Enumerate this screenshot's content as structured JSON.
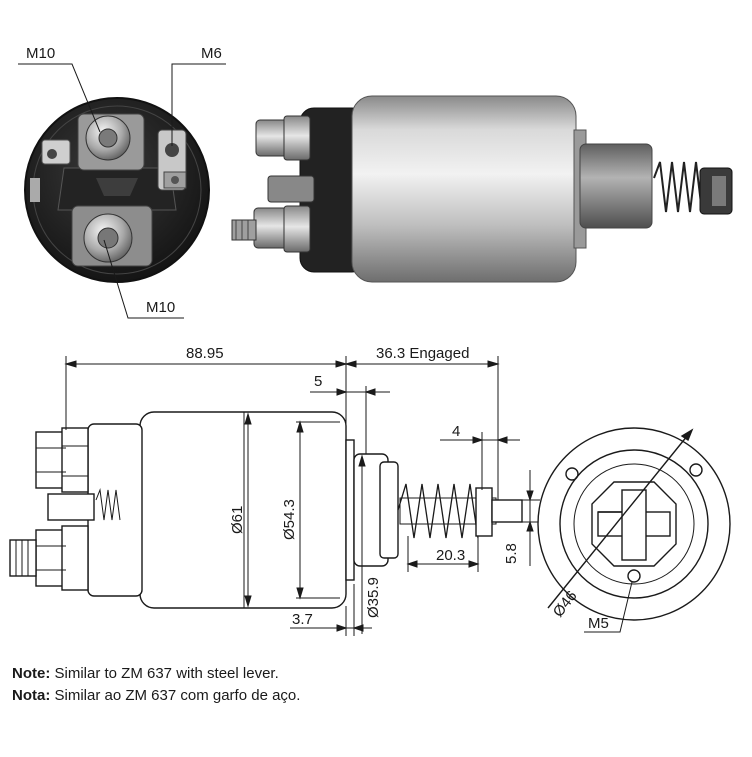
{
  "photo_labels": {
    "top_left_terminal": "M10",
    "top_right_terminal": "M6",
    "bottom_terminal": "M10"
  },
  "dimensions": {
    "overall_length": "88.95",
    "engaged": "36.3 Engaged",
    "flange_offset": "5",
    "body_diameter": "Ø61",
    "inner_diameter": "Ø54.3",
    "boss_diameter": "Ø35.9",
    "flange_thickness": "3.7",
    "stud_step": "4",
    "stroke": "20.3",
    "stud_width": "5.8",
    "pitch_circle": "Ø46",
    "mount_thread": "M5"
  },
  "notes": [
    {
      "label": "Note:",
      "text": " Similar to ZM 637 with steel lever."
    },
    {
      "label": "Nota:",
      "text": " Similar ao ZM 637 com garfo de aço."
    }
  ],
  "colors": {
    "line": "#1a1a1a",
    "dark_body": "#2b2b2b",
    "metal_light": "#e4e4e4",
    "metal_mid": "#b8b8b8",
    "metal_dark": "#7d7d7d"
  }
}
